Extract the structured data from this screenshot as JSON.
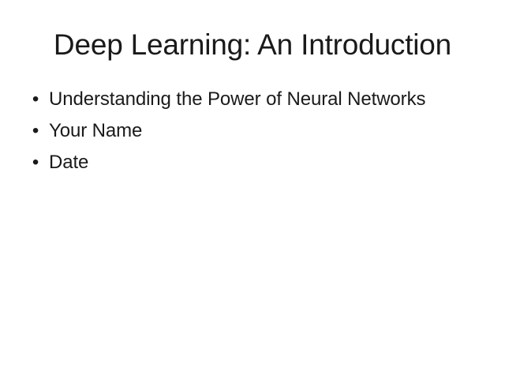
{
  "slide": {
    "title": "Deep Learning: An Introduction",
    "bullet_marker": "•",
    "bullets": [
      {
        "text": "Understanding the Power of Neural Networks"
      },
      {
        "text": "Your Name"
      },
      {
        "text": "Date"
      }
    ]
  },
  "colors": {
    "background": "#ffffff",
    "text": "#1a1a1a"
  }
}
